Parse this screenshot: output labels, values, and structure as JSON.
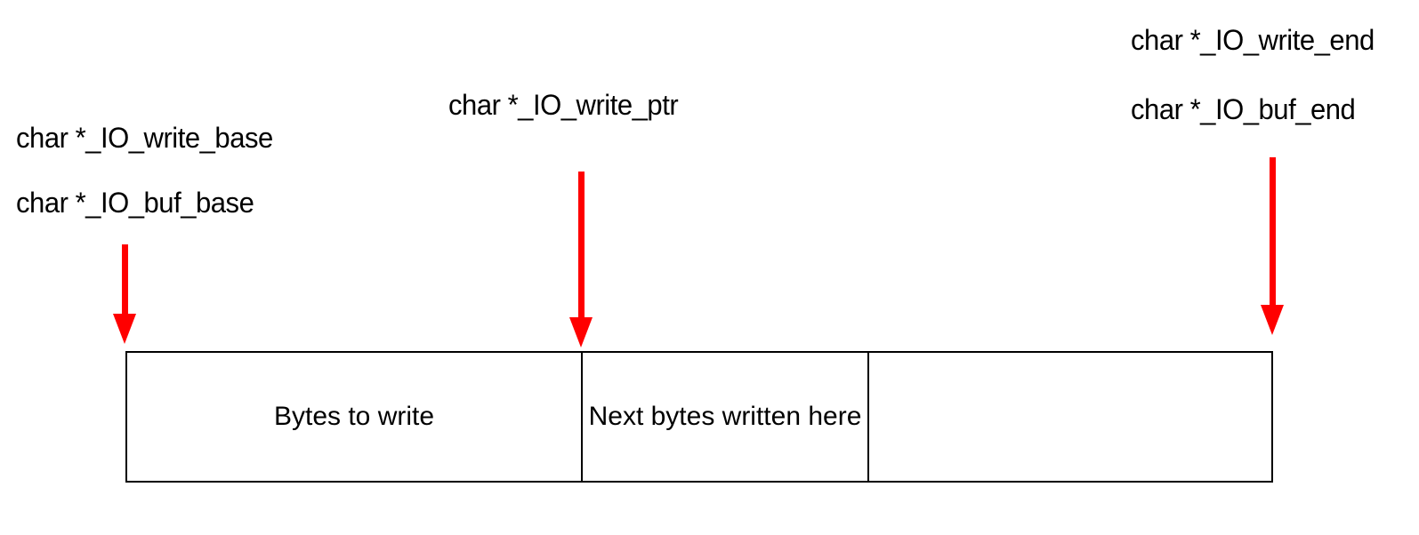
{
  "diagram": {
    "title_hint": "glibc stdio FILE write buffer pointers",
    "pointer_labels": {
      "write_base": "char *_IO_write_base",
      "buf_base": "char *_IO_buf_base",
      "write_ptr": "char *_IO_write_ptr",
      "write_end": "char *_IO_write_end",
      "buf_end": "char *_IO_buf_end"
    },
    "buffer_cells": {
      "bytes_to_write": "Bytes to write",
      "next_bytes": "Next bytes written here",
      "free_space": ""
    },
    "arrows": [
      {
        "name": "arrow-to-buffer-start",
        "points_to": "buffer start (write_base / buf_base)"
      },
      {
        "name": "arrow-to-write-ptr",
        "points_to": "current write position (write_ptr)"
      },
      {
        "name": "arrow-to-buffer-end",
        "points_to": "buffer end (write_end / buf_end)"
      }
    ],
    "colors": {
      "arrow": "#ff0000",
      "border": "#000000",
      "text": "#000000",
      "background": "#ffffff"
    }
  }
}
